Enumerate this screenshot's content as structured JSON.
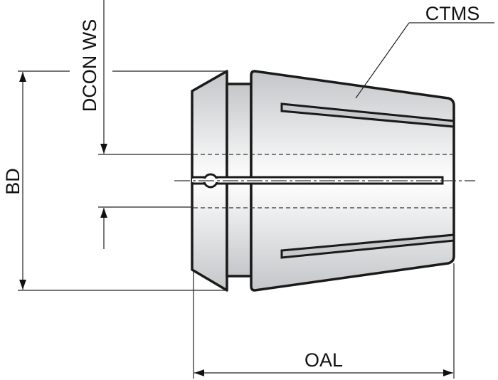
{
  "labels": {
    "ctms": "CTMS",
    "dcon_ws": "DCON WS",
    "bd": "BD",
    "oal": "OAL"
  },
  "colors": {
    "outline": "#1a1a1a",
    "body_fill_light": "#ffffff",
    "body_fill_dark": "#c4c6c9"
  }
}
